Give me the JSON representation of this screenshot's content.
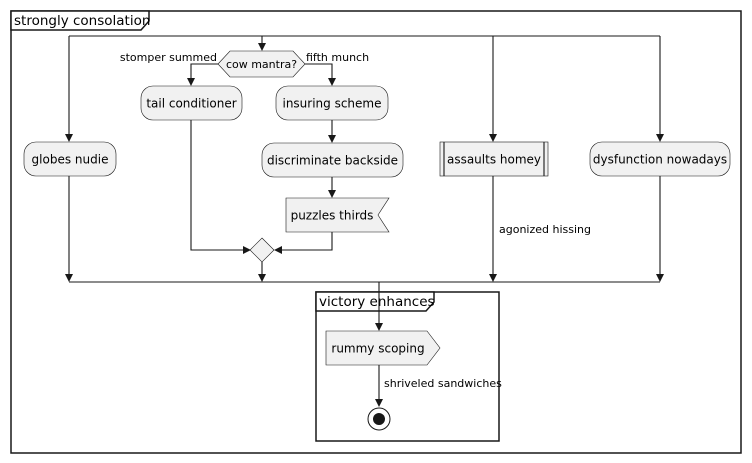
{
  "outer_group": {
    "title": "strongly consolation"
  },
  "inner_group": {
    "title": "victory enhances"
  },
  "decision": {
    "question": "cow mantra?",
    "left_branch": "stomper summed",
    "right_branch": "fifth munch"
  },
  "activities": {
    "globes_nudie": "globes nudie",
    "tail_conditioner": "tail conditioner",
    "insuring_scheme": "insuring scheme",
    "discriminate_backside": "discriminate backside",
    "assaults_homey": "assaults homey",
    "dysfunction_nowadays": "dysfunction nowadays"
  },
  "signals": {
    "puzzles_thirds": "puzzles thirds",
    "rummy_scoping": "rummy scoping"
  },
  "edge_labels": {
    "agonized_hissing": "agonized hissing",
    "shriveled_sandwiches": "shriveled sandwiches"
  }
}
